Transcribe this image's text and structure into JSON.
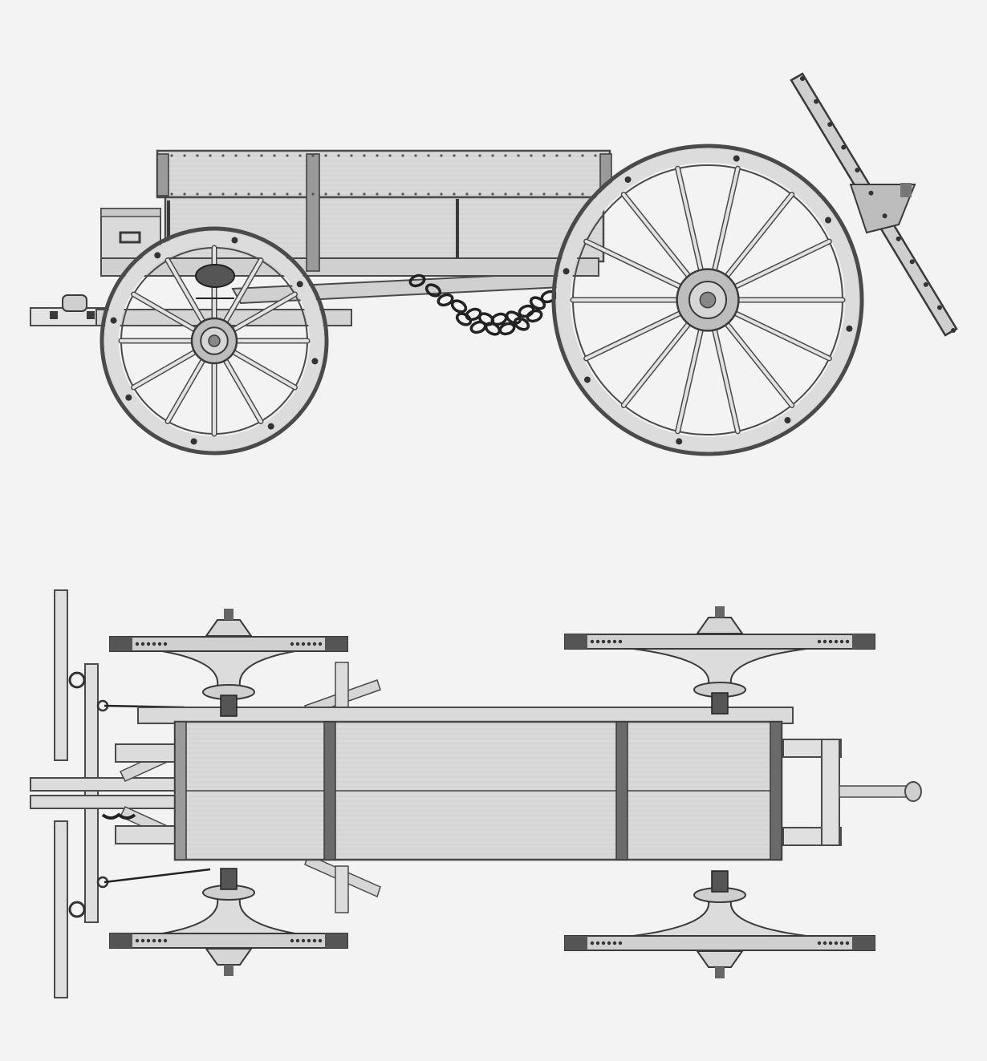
{
  "figure": {
    "views": [
      {
        "id": "side-elevation",
        "caption": ""
      },
      {
        "id": "top-plan",
        "caption": ""
      }
    ]
  },
  "palette": {
    "background": "#f3f3f3",
    "wood": "#d9d9d9",
    "wood_dark": "#c4c4c4",
    "iron": "#3a3a3a",
    "outline": "#4a4a4a",
    "hub": "#bdbdbd"
  },
  "components": [
    {
      "name": "wagon-box",
      "visible_label": ""
    },
    {
      "name": "front-wheel",
      "visible_label": "",
      "spokes": 12
    },
    {
      "name": "rear-wheel",
      "visible_label": "",
      "spokes": 14
    },
    {
      "name": "tow-chain",
      "visible_label": ""
    },
    {
      "name": "tongue-pole",
      "visible_label": ""
    },
    {
      "name": "doubletree",
      "visible_label": ""
    },
    {
      "name": "tool-box",
      "visible_label": ""
    }
  ]
}
